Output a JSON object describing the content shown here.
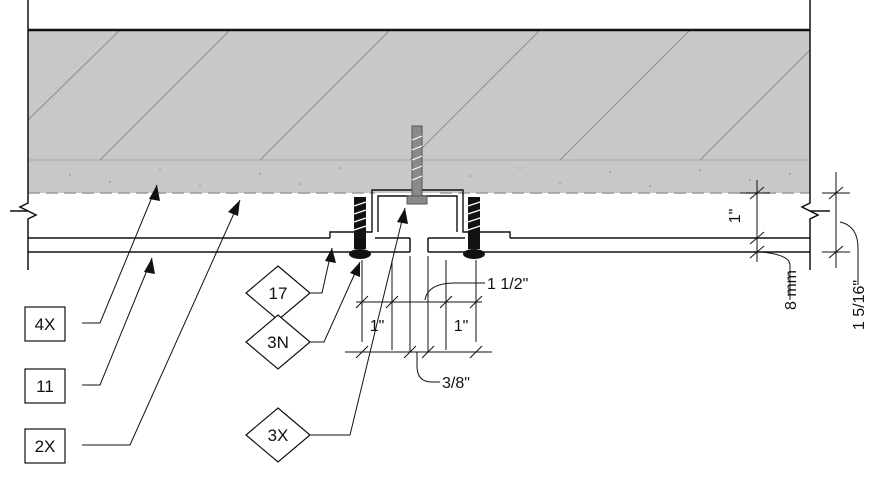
{
  "tags": {
    "box_4x": "4X",
    "box_11": "11",
    "box_2x": "2X",
    "diamond_17": "17",
    "diamond_3n": "3N",
    "diamond_3x": "3X"
  },
  "dimensions": {
    "one_half": "1 1/2\"",
    "one_left": "1\"",
    "one_right": "1\"",
    "three_eighths": "3/8\"",
    "one_vertical": "1\"",
    "eight_mm": "8 mm",
    "one_five_sixteenths": "1 5/16\""
  },
  "colors": {
    "slab_fill": "#c8c8c8",
    "line": "#111111",
    "screw_gray": "#8a8a8a"
  }
}
